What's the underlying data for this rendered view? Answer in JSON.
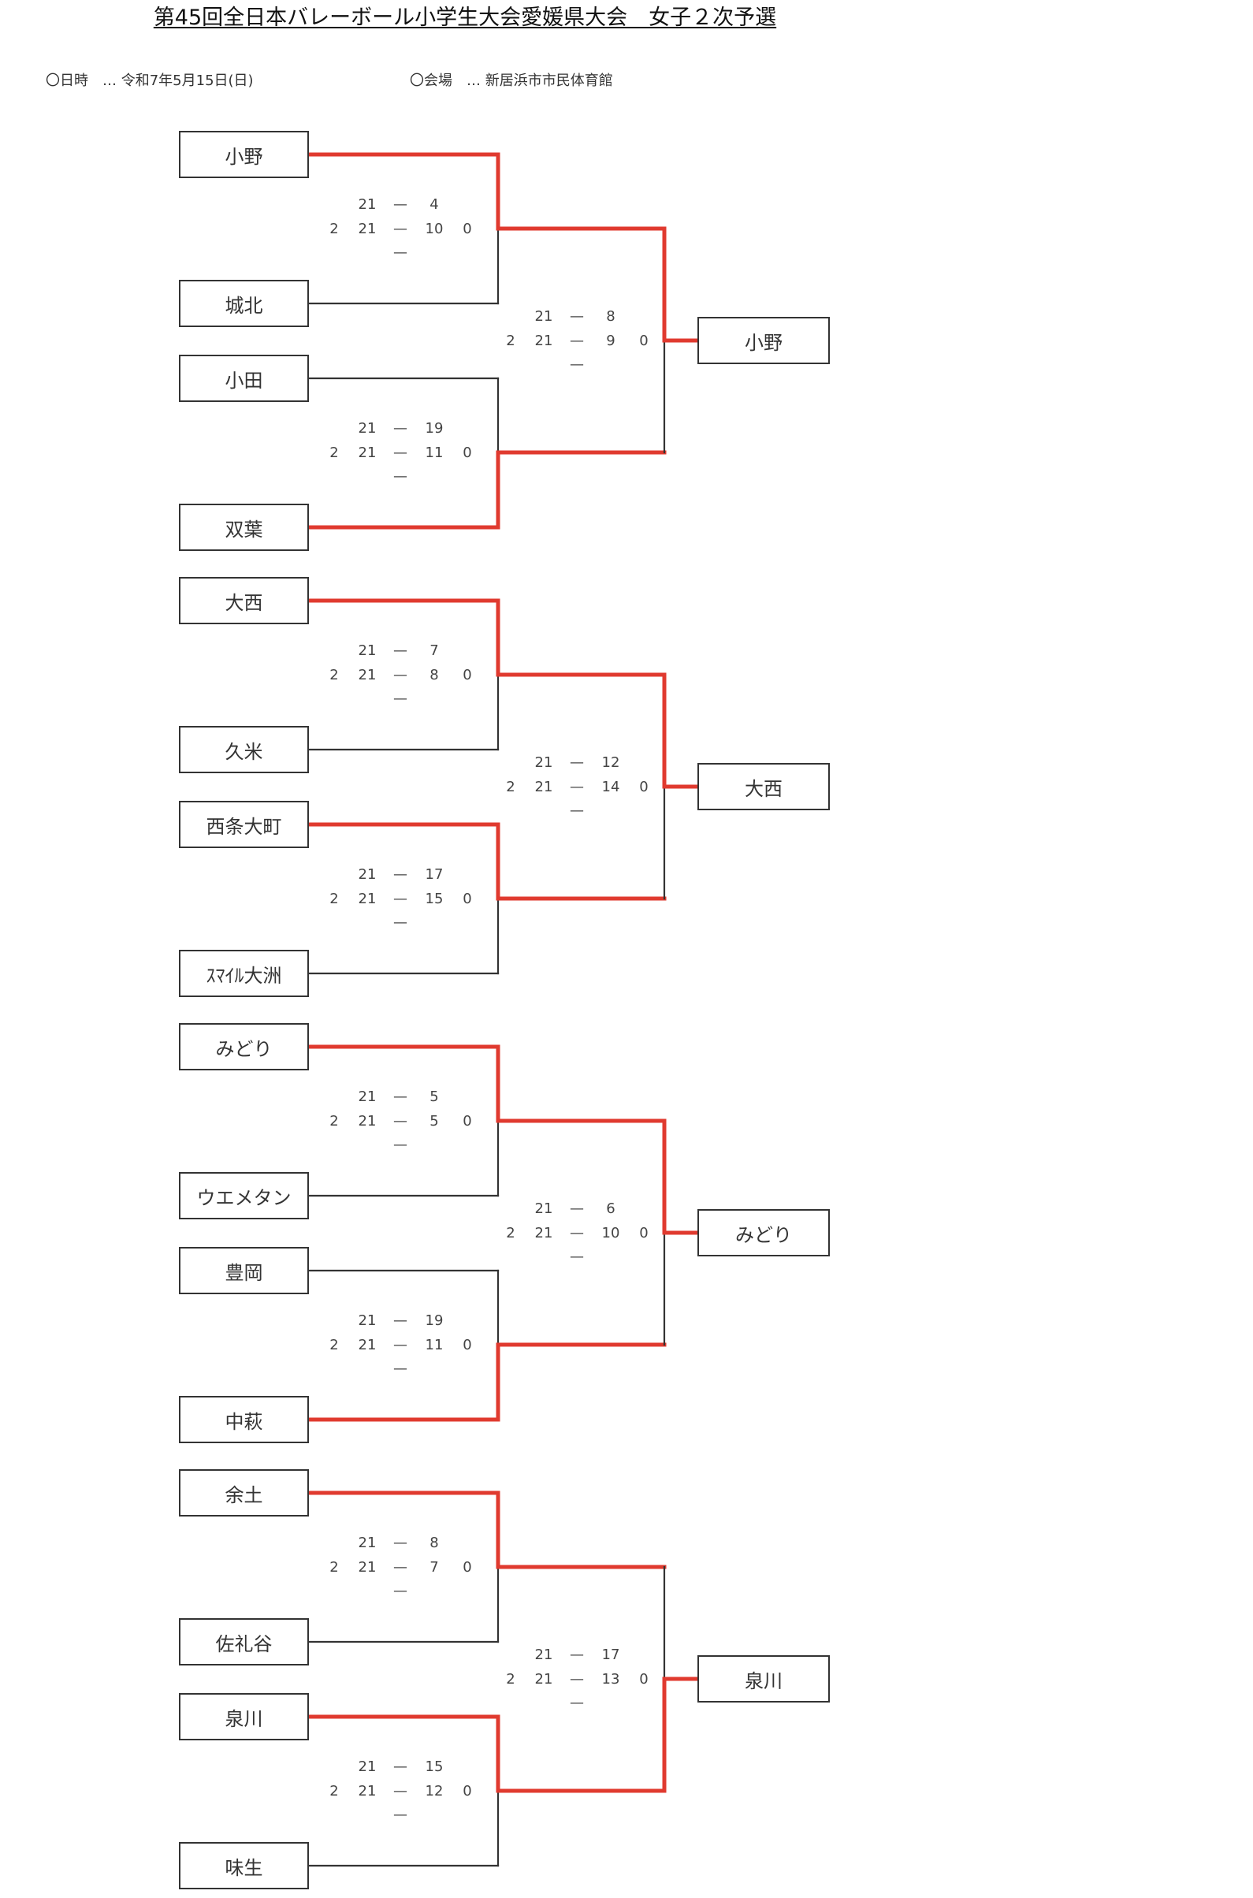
{
  "title": "第45回全日本バレーボール小学生大会愛媛県大会　女子２次予選",
  "info": {
    "date": "〇日時　… 令和7年5月15日(日)",
    "venue": "〇会場　… 新居浜市市民体育館"
  },
  "blocks": [
    {
      "teams": [
        "小野",
        "城北",
        "小田",
        "双葉"
      ],
      "winner": "小野",
      "matches": [
        {
          "sets": "2",
          "s1a": "21",
          "s1b": "4",
          "s2a": "21",
          "s2b": "10",
          "setsb": "0",
          "winner_top": true
        },
        {
          "sets": "2",
          "s1a": "21",
          "s1b": "19",
          "s2a": "21",
          "s2b": "11",
          "setsb": "0",
          "winner_top": false
        },
        {
          "sets": "2",
          "s1a": "21",
          "s1b": "8",
          "s2a": "21",
          "s2b": "9",
          "setsb": "0",
          "winner_top": true
        }
      ]
    },
    {
      "teams": [
        "大西",
        "久米",
        "西条大町",
        "ｽﾏｲﾙ大洲"
      ],
      "winner": "大西",
      "matches": [
        {
          "sets": "2",
          "s1a": "21",
          "s1b": "7",
          "s2a": "21",
          "s2b": "8",
          "setsb": "0",
          "winner_top": true
        },
        {
          "sets": "2",
          "s1a": "21",
          "s1b": "17",
          "s2a": "21",
          "s2b": "15",
          "setsb": "0",
          "winner_top": true
        },
        {
          "sets": "2",
          "s1a": "21",
          "s1b": "12",
          "s2a": "21",
          "s2b": "14",
          "setsb": "0",
          "winner_top": true
        }
      ]
    },
    {
      "teams": [
        "みどり",
        "ウエメタン",
        "豊岡",
        "中萩"
      ],
      "winner": "みどり",
      "matches": [
        {
          "sets": "2",
          "s1a": "21",
          "s1b": "5",
          "s2a": "21",
          "s2b": "5",
          "setsb": "0",
          "winner_top": true
        },
        {
          "sets": "2",
          "s1a": "21",
          "s1b": "19",
          "s2a": "21",
          "s2b": "11",
          "setsb": "0",
          "winner_top": false
        },
        {
          "sets": "2",
          "s1a": "21",
          "s1b": "6",
          "s2a": "21",
          "s2b": "10",
          "setsb": "0",
          "winner_top": true
        }
      ]
    },
    {
      "teams": [
        "余土",
        "佐礼谷",
        "泉川",
        "味生"
      ],
      "winner": "泉川",
      "matches": [
        {
          "sets": "2",
          "s1a": "21",
          "s1b": "8",
          "s2a": "21",
          "s2b": "7",
          "setsb": "0",
          "winner_top": true
        },
        {
          "sets": "2",
          "s1a": "21",
          "s1b": "15",
          "s2a": "21",
          "s2b": "12",
          "setsb": "0",
          "winner_top": true
        },
        {
          "sets": "2",
          "s1a": "21",
          "s1b": "17",
          "s2a": "21",
          "s2b": "13",
          "setsb": "0",
          "winner_top": false
        }
      ]
    }
  ],
  "colors": {
    "line": "#333333",
    "winner_line": "#e03a2f"
  }
}
